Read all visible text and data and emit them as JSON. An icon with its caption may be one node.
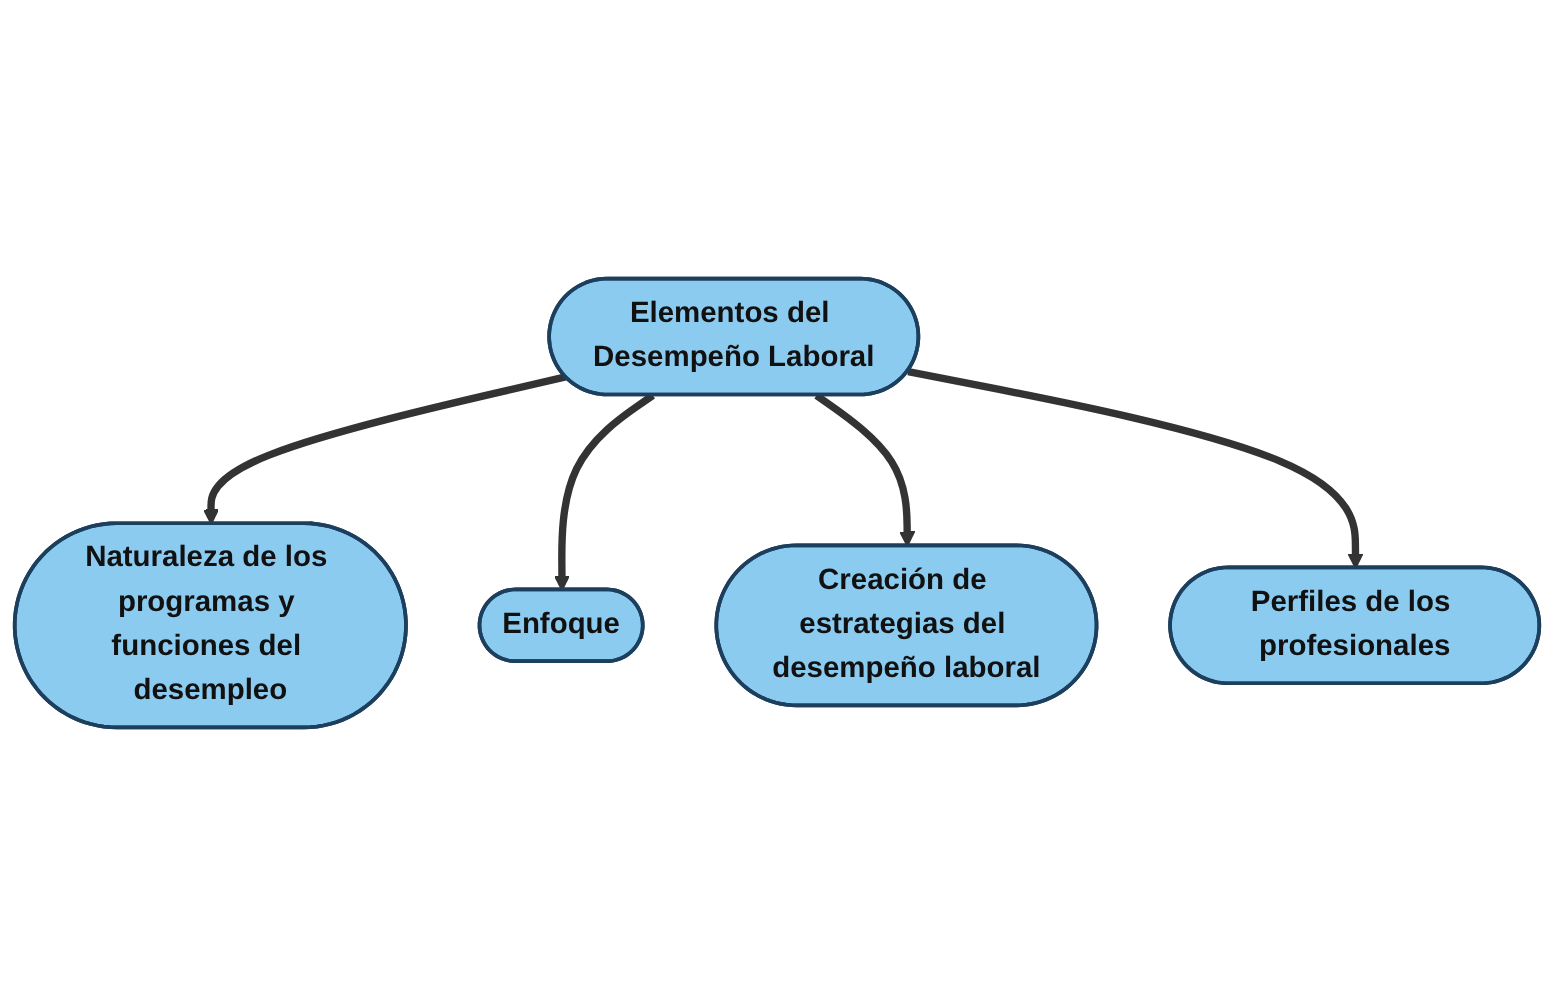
{
  "diagram": {
    "nodes": [
      {
        "text": [
          "Naturaleza de los programas y funciones del desempleo"
        ]
      },
      {
        "text": [
          "Enfoque"
        ]
      },
      {
        "text": [
          "Elementos del Desempeño Laboral"
        ]
      },
      {
        "text": [
          "Creación de estrategias del desempeño laboral"
        ]
      },
      {
        "text": [
          "Perfiles de los profesionales"
        ]
      }
    ],
    "edges": [
      {
        "from": 2,
        "to": 0,
        "arrow": "to"
      },
      {
        "from": 2,
        "to": 1,
        "arrow": "to"
      },
      {
        "from": 2,
        "to": 3,
        "arrow": "to"
      },
      {
        "from": 2,
        "to": 4,
        "arrow": "to"
      }
    ]
  }
}
